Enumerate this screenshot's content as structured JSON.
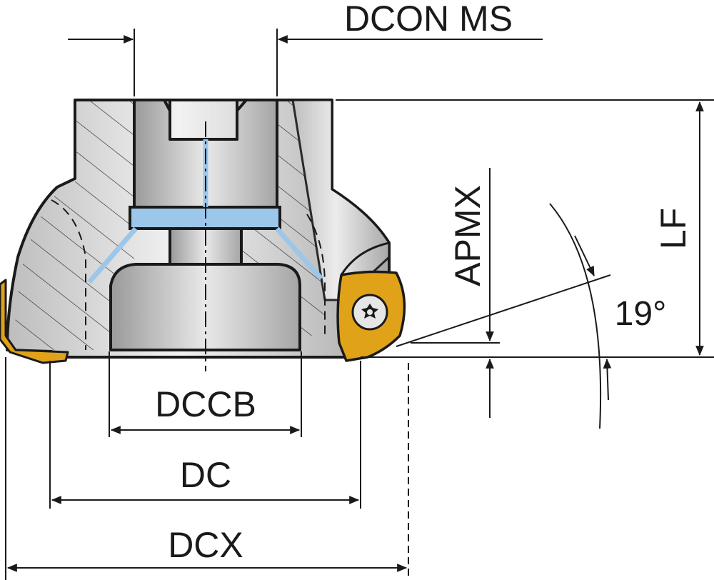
{
  "labels": {
    "dcon_ms": "DCON MS",
    "lf": "LF",
    "apmx": "APMX",
    "angle": "19°",
    "dccb": "DCCB",
    "dc": "DC",
    "dcx": "DCX"
  },
  "colors": {
    "outline": "#1a1a1a",
    "body_fill": "#e3e3e3",
    "bore_fill": "#d0d0d0",
    "coolant": "#9cc6ea",
    "insert": "#e0a218",
    "hatch": "#2a2a2a"
  },
  "icons": {
    "screw": "torx-screw-icon"
  }
}
